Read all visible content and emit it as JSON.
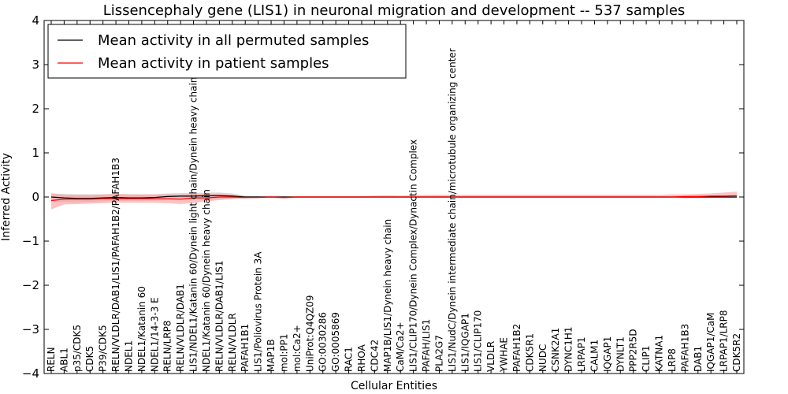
{
  "chart_data": {
    "type": "line",
    "title": "Lissencephaly gene (LIS1) in neuronal migration and development -- 537 samples",
    "xlabel": "Cellular Entities",
    "ylabel": "Inferred Activity",
    "ylim": [
      -4,
      4
    ],
    "yticks": [
      "4",
      "3",
      "2",
      "1",
      "0",
      "−1",
      "−2",
      "−3",
      "−4"
    ],
    "grid": false,
    "legend_position": "top-left",
    "categories": [
      "RELN",
      "ABL1",
      "p35/CDK5",
      "CDK5",
      "P39/CDK5",
      "RELN/VLDLR/DAB1/LIS1/PAFAH1B2/PAFAH1B3",
      "NDEL1",
      "NDEL1/Katanin 60",
      "NDEL1/14-3-3 E",
      "RELN/LRP8",
      "RELN/VLDLR/DAB1",
      "LIS1/NDEL1/Katanin 60/Dynein light chain/Dynein heavy chain",
      "NDEL1/Katanin 60/Dynein heavy chain",
      "RELN/VLDLR/DAB1/LIS1",
      "RELN/VLDLR",
      "PAFAH1B1",
      "LIS1/Poliovirus Protein 3A",
      "MAP1B",
      "mol:PP1",
      "mol:Ca2+",
      "UniProt:Q4QZ09",
      "GO:0030286",
      "GO:0005869",
      "RAC1",
      "RHOA",
      "CDC42",
      "MAP1B/LIS1/Dynein heavy chain",
      "CaM/Ca2+",
      "LIS1/CLIP170/Dynein Complex/Dynactin Complex",
      "PAFAH/LIS1",
      "PLA2G7",
      "LIS1/NudC/Dynein intermediate chain/microtubule organizing center",
      "LIS1/IQGAP1",
      "LIS1/CLIP170",
      "VLDLR",
      "YWHAE",
      "PAFAH1B2",
      "CDK5R1",
      "NUDC",
      "CSNK2A1",
      "DYNC1H1",
      "LRPAP1",
      "CALM1",
      "IQGAP1",
      "DYNLT1",
      "PPP2R5D",
      "CLIP1",
      "KATNA1",
      "LRP8",
      "PAFAH1B3",
      "DAB1",
      "IQGAP1/CaM",
      "LRPAP1/LRP8",
      "CDK5R2"
    ],
    "series": [
      {
        "name": "Mean activity in all permuted samples",
        "color": "#000000",
        "band_color": "#aaaaaa",
        "values": [
          0.0,
          -0.02,
          -0.03,
          -0.03,
          -0.02,
          -0.01,
          -0.02,
          -0.02,
          -0.01,
          0.01,
          0.02,
          0.02,
          0.03,
          0.03,
          0.02,
          0.0,
          0.0,
          0.0,
          0.0,
          0.0,
          0.0,
          0.0,
          0.0,
          0.0,
          0.0,
          0.0,
          0.0,
          0.0,
          0.0,
          0.0,
          0.0,
          0.0,
          0.0,
          0.0,
          0.0,
          0.0,
          0.0,
          0.0,
          0.0,
          0.0,
          0.0,
          0.0,
          0.0,
          0.0,
          0.0,
          0.0,
          0.0,
          0.0,
          0.0,
          0.0,
          0.0,
          0.0,
          0.0,
          0.0
        ],
        "lower": [
          -0.1,
          -0.12,
          -0.12,
          -0.11,
          -0.1,
          -0.09,
          -0.09,
          -0.09,
          -0.08,
          -0.07,
          -0.06,
          -0.06,
          -0.05,
          -0.05,
          -0.04,
          -0.03,
          -0.02,
          -0.02,
          -0.02,
          -0.02,
          -0.02,
          -0.02,
          -0.02,
          -0.02,
          -0.02,
          -0.02,
          -0.02,
          -0.02,
          -0.02,
          -0.02,
          -0.02,
          -0.02,
          -0.02,
          -0.02,
          -0.02,
          -0.02,
          -0.02,
          -0.02,
          -0.02,
          -0.02,
          -0.02,
          -0.02,
          -0.02,
          -0.02,
          -0.02,
          -0.02,
          -0.02,
          -0.02,
          -0.02,
          -0.02,
          -0.02,
          -0.02,
          -0.02,
          -0.02
        ],
        "upper": [
          0.08,
          0.07,
          0.06,
          0.06,
          0.06,
          0.07,
          0.06,
          0.06,
          0.06,
          0.08,
          0.09,
          0.09,
          0.1,
          0.1,
          0.08,
          0.03,
          0.02,
          0.02,
          0.02,
          0.02,
          0.02,
          0.02,
          0.02,
          0.02,
          0.02,
          0.02,
          0.02,
          0.02,
          0.02,
          0.02,
          0.02,
          0.02,
          0.02,
          0.02,
          0.02,
          0.02,
          0.02,
          0.02,
          0.02,
          0.02,
          0.02,
          0.02,
          0.02,
          0.02,
          0.02,
          0.02,
          0.02,
          0.02,
          0.02,
          0.02,
          0.02,
          0.02,
          0.02,
          0.02
        ]
      },
      {
        "name": "Mean activity in patient samples",
        "color": "#ff0000",
        "band_color": "#ff9999",
        "values": [
          -0.08,
          -0.05,
          -0.05,
          -0.05,
          -0.04,
          -0.04,
          -0.04,
          -0.04,
          -0.04,
          -0.04,
          -0.05,
          -0.02,
          -0.02,
          0.0,
          0.0,
          -0.01,
          -0.01,
          0.0,
          -0.01,
          0.0,
          0.0,
          0.0,
          0.0,
          0.0,
          0.0,
          0.0,
          0.0,
          0.0,
          0.0,
          0.0,
          0.0,
          0.0,
          0.0,
          0.0,
          0.0,
          0.0,
          0.0,
          0.0,
          0.0,
          0.0,
          0.0,
          0.0,
          0.0,
          0.0,
          0.0,
          0.0,
          0.0,
          0.0,
          0.0,
          0.01,
          0.01,
          0.02,
          0.02,
          0.03
        ],
        "lower": [
          -0.28,
          -0.17,
          -0.16,
          -0.15,
          -0.14,
          -0.13,
          -0.13,
          -0.13,
          -0.13,
          -0.14,
          -0.16,
          -0.13,
          -0.1,
          -0.07,
          -0.05,
          -0.03,
          -0.02,
          -0.02,
          -0.04,
          -0.02,
          -0.02,
          -0.02,
          -0.02,
          -0.02,
          -0.02,
          -0.02,
          -0.02,
          -0.02,
          -0.02,
          -0.02,
          -0.02,
          -0.02,
          -0.02,
          -0.02,
          -0.02,
          -0.02,
          -0.02,
          -0.02,
          -0.02,
          -0.02,
          -0.02,
          -0.02,
          -0.02,
          -0.02,
          -0.02,
          -0.02,
          -0.02,
          -0.02,
          -0.02,
          -0.01,
          -0.01,
          -0.01,
          -0.01,
          -0.02
        ],
        "upper": [
          0.08,
          0.05,
          0.05,
          0.05,
          0.06,
          0.07,
          0.06,
          0.06,
          0.06,
          0.06,
          0.05,
          0.07,
          0.07,
          0.07,
          0.05,
          0.02,
          0.02,
          0.03,
          0.02,
          0.02,
          0.02,
          0.02,
          0.02,
          0.02,
          0.02,
          0.03,
          0.04,
          0.03,
          0.04,
          0.05,
          0.05,
          0.05,
          0.05,
          0.05,
          0.05,
          0.05,
          0.05,
          0.05,
          0.05,
          0.05,
          0.05,
          0.05,
          0.05,
          0.05,
          0.05,
          0.05,
          0.05,
          0.05,
          0.06,
          0.06,
          0.07,
          0.08,
          0.1,
          0.12
        ]
      }
    ]
  }
}
